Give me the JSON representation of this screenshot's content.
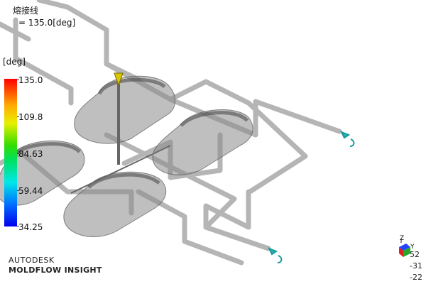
{
  "result": {
    "title": "熔接线",
    "value_text": "= 135.0[deg]",
    "unit": "[deg]"
  },
  "legend": {
    "ticks": [
      "135.0",
      "109.8",
      "84.63",
      "59.44",
      "34.25"
    ],
    "max_color": "#ff0000",
    "min_color": "#0000ee"
  },
  "brand": {
    "line1": "AUTODESK",
    "line2": "MOLDFLOW INSIGHT",
    "registered": "®"
  },
  "triad": {
    "axis_z": "Z",
    "axis_y": "Y",
    "values": [
      "52",
      "-31",
      "-22"
    ]
  },
  "colors": {
    "pipe": "#b0b0b0",
    "part_fill": "#9a9a9a",
    "gate": "#e0d000",
    "inlet_marker": "#20a0a0"
  }
}
